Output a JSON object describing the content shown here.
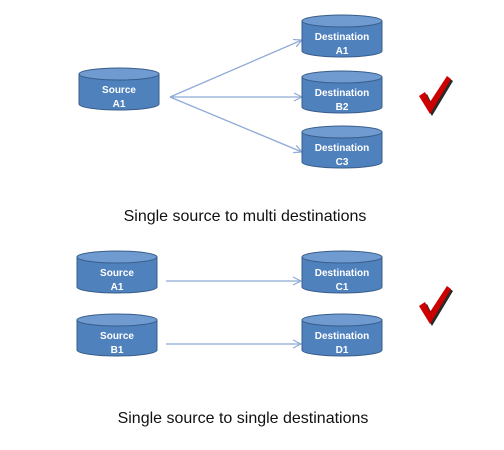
{
  "colors": {
    "cylinder_body": "#4f81bd",
    "cylinder_top": "#6f9bd1",
    "cylinder_stroke": "#385d8a",
    "arrow": "#8eaad6",
    "checkmark": "#cc0000",
    "checkmark_shadow": "#2a2a2a"
  },
  "top_scenario": {
    "caption": "Single source to multi destinations",
    "source": {
      "line1": "Source",
      "line2": "A1"
    },
    "destinations": [
      {
        "line1": "Destination",
        "line2": "A1"
      },
      {
        "line1": "Destination",
        "line2": "B2"
      },
      {
        "line1": "Destination",
        "line2": "C3"
      }
    ],
    "checkmark_icon": "checkmark-icon"
  },
  "bottom_scenario": {
    "caption": "Single source to single destinations",
    "sources": [
      {
        "line1": "Source",
        "line2": "A1"
      },
      {
        "line1": "Source",
        "line2": "B1"
      }
    ],
    "destinations": [
      {
        "line1": "Destination",
        "line2": "C1"
      },
      {
        "line1": "Destination",
        "line2": "D1"
      }
    ],
    "checkmark_icon": "checkmark-icon"
  }
}
